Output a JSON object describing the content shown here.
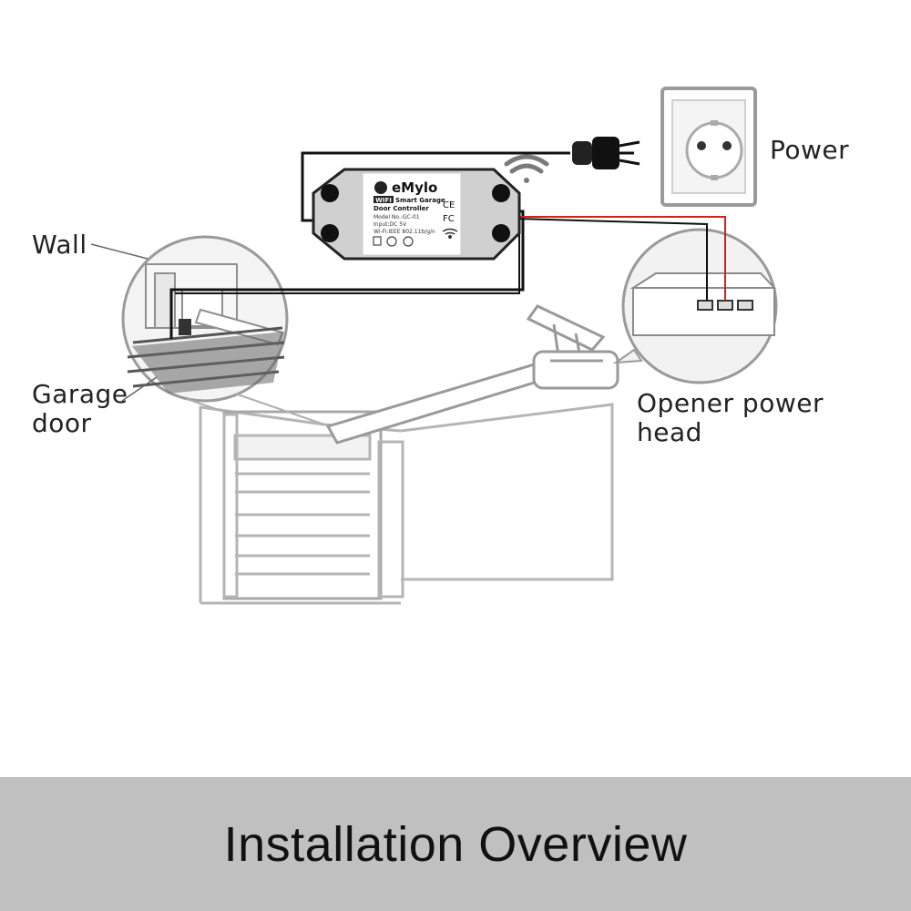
{
  "labels": {
    "power": "Power",
    "wall": "Wall",
    "garage_door_line1": "Garage",
    "garage_door_line2": "door",
    "opener_line1": "Opener power",
    "opener_line2": "head"
  },
  "device": {
    "brand": "eMylo",
    "badge": "WIFI",
    "name_line1": "Smart Garage",
    "name_line2": "Door Controller",
    "model": "Model No.:GC-01",
    "input": "Input:DC 5V",
    "wifi_standard": "Wi-Fi:IEEE 802.11b/g/n",
    "ce_mark": "CE",
    "fc_mark": "FC"
  },
  "footer": {
    "title": "Installation Overview",
    "background": "#c0c0c0"
  },
  "colors": {
    "signal_wire": "#d42020",
    "control_wire": "#111111",
    "device_body": "#cfcfcf"
  },
  "icons": [
    "wifi-signal-icon",
    "power-plug-icon",
    "wall-socket-icon",
    "wifi-icon",
    "recycle-icon"
  ]
}
